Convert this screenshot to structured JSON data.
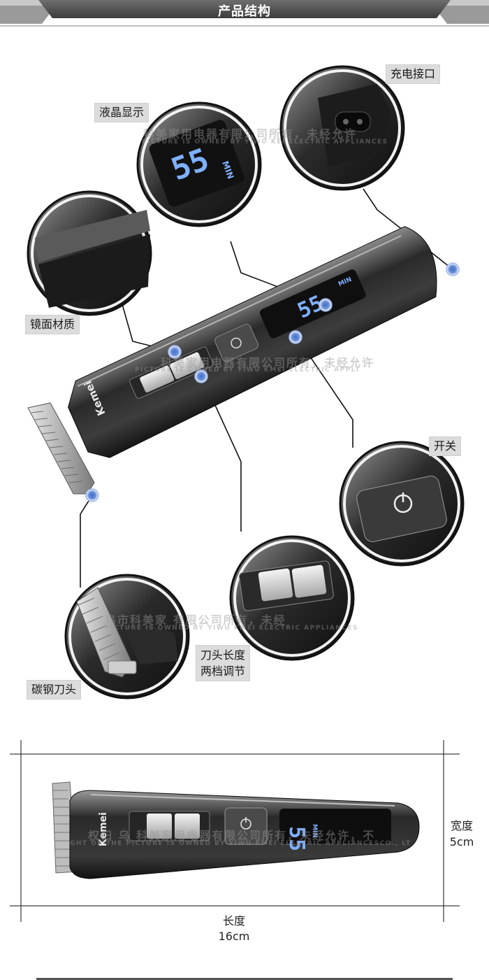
{
  "header": {
    "title": "产品结构"
  },
  "callouts": {
    "charge_port": "充电接口",
    "lcd_display": "液晶显示",
    "mirror_finish": "镜面材质",
    "power_switch": "开关",
    "blade_length": [
      "刀头长度",
      "两档调节"
    ],
    "carbon_blade": "碳钢刀头"
  },
  "product": {
    "brand": "Kemei",
    "display_reading": "55",
    "display_unit": "MIN"
  },
  "watermarks": {
    "cn_1": "科美家用电器有限公司所有，未经允许",
    "en_1": "PICTURE IS OWNED BY YIWU KEI ELECTRIC APPLIANCES",
    "cn_2": "科美家用电器有限公司所有，未经允许",
    "en_2": "PICTURE IS OWNED BY YIWU KMEI ELECTRIC APPLI",
    "cn_3": "乌市科美家 有限公司所有，未经",
    "en_3": "PICTURE IS OWNED BY YIWU KMEI ELECTRIC APPLIANCES",
    "cn_4": "权归 乌 科美家用电器有限公司所有，未经允许，不",
    "en_4": "GHT OF THE PICTURE IS OWNED BY YIWU KMEI ELECTRIC APPLIANCESCO., LT"
  },
  "dimensions": {
    "width_label": "宽度",
    "width_value": "5cm",
    "length_label": "长度",
    "length_value": "16cm"
  },
  "colors": {
    "banner": "#5a5a5a",
    "label_bg": "#dcdcdc",
    "marker": "#6b8fd6",
    "lcd": "#7fb0ff"
  }
}
